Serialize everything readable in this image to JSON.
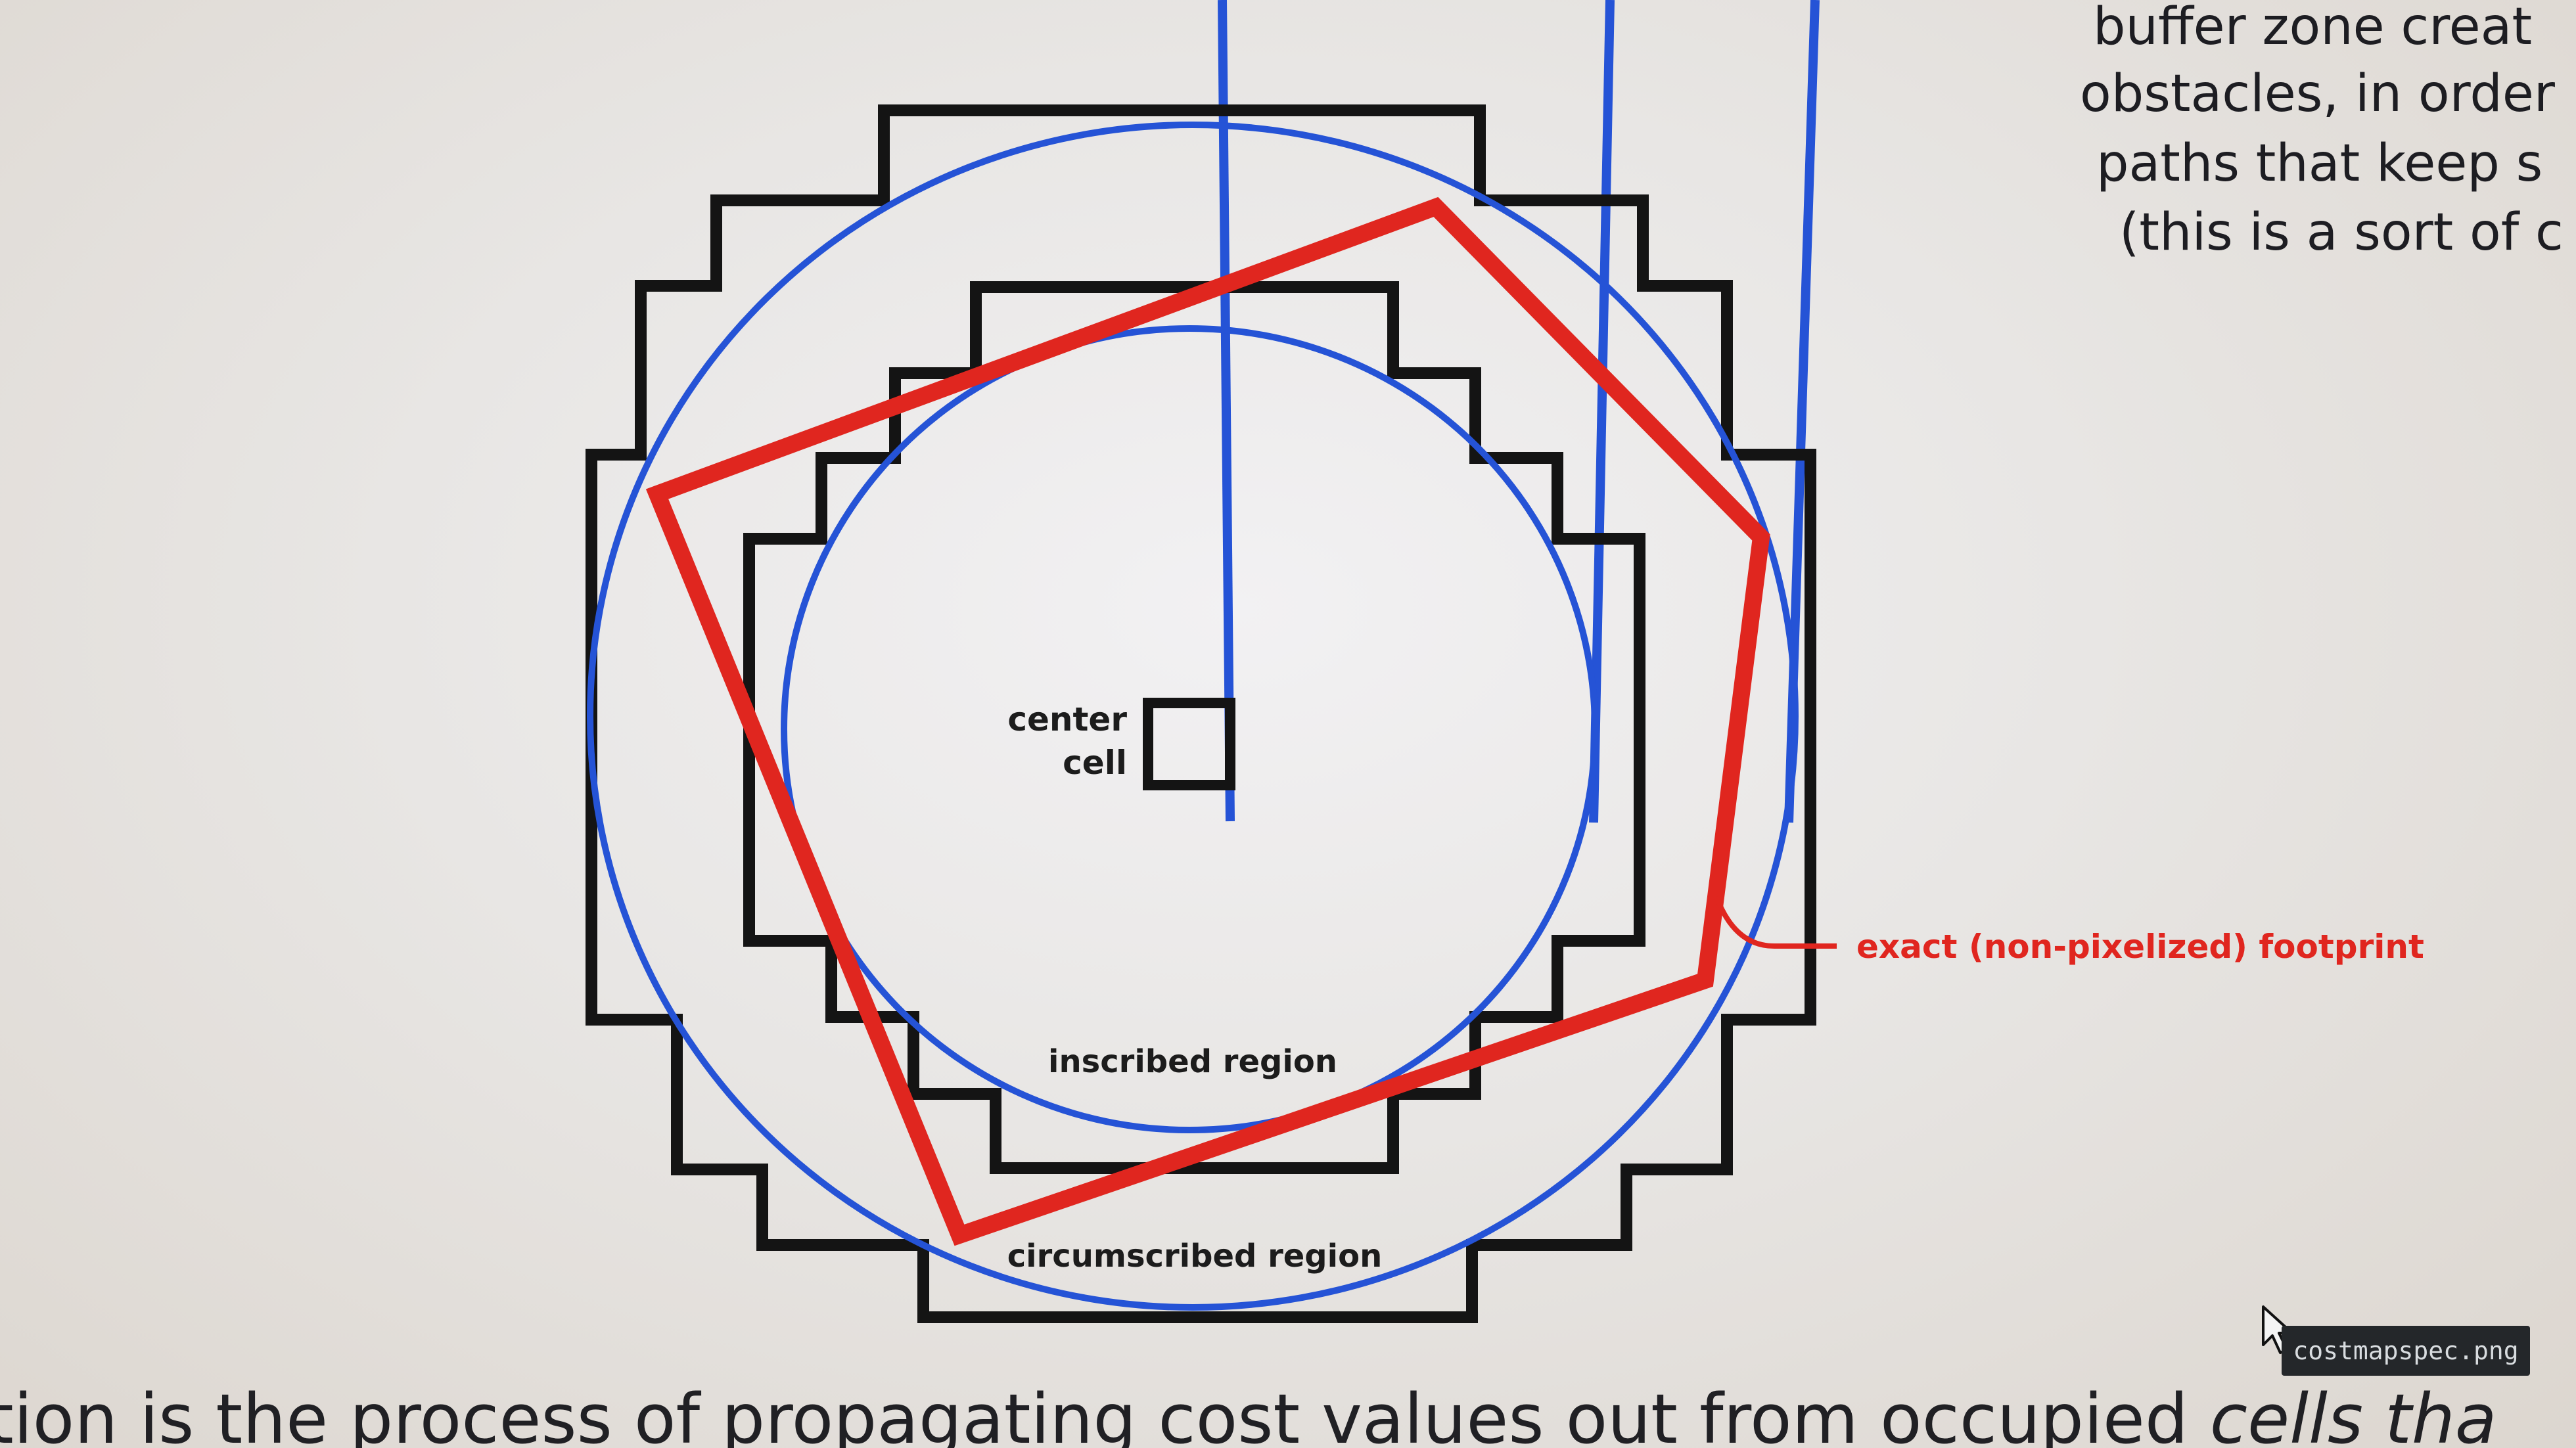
{
  "side_text": {
    "line1": "buffer zone creat",
    "line2": "obstacles, in order",
    "line3": "paths that keep s",
    "line4": "(this is a sort of c"
  },
  "figure": {
    "center_label_line1": "center",
    "center_label_line2": "cell",
    "inscribed_label": "inscribed region",
    "circumscribed_label": "circumscribed region",
    "footprint_label": "exact (non-pixelized) footprint",
    "colors": {
      "footprint": "#e0261f",
      "circles": "#2553d6",
      "grid_outline": "#141414"
    }
  },
  "bottom_text": {
    "prefix": "tion is the process of propagating cost values out from occupied ",
    "emphasis": "cells tha"
  },
  "tooltip": {
    "filename": "costmapspec.png"
  }
}
